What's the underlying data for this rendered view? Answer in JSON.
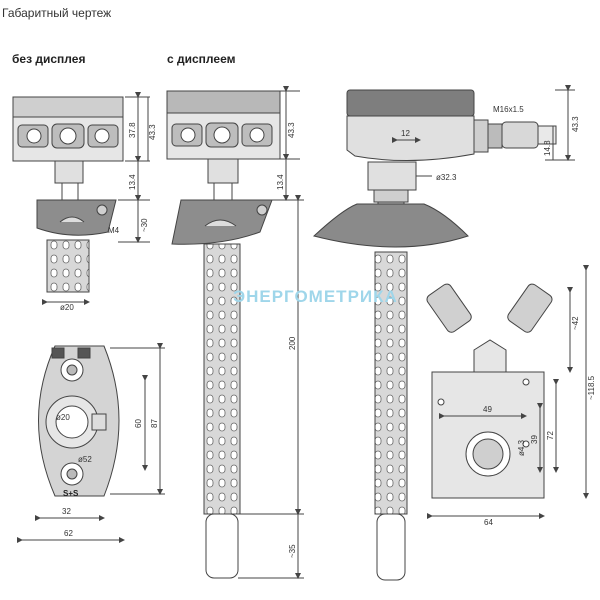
{
  "page_title": "Габаритный чертеж",
  "sections": {
    "no_display": "без дисплея",
    "with_display": "с дисплеем"
  },
  "watermark": "ЭНЕРГОМЕТРИКА",
  "dimensions": {
    "a_37_8": "37.8",
    "a_43_3": "43.3",
    "a_13_4": "13.4",
    "a_m4": "M4",
    "a_30": "~30",
    "a_d20": "ø20",
    "b_43_3": "43.3",
    "b_13_4": "13.4",
    "b_200": "200",
    "b_35": "~35",
    "c_m16": "M16x1.5",
    "c_43_3": "43.3",
    "c_14_8": "14.8",
    "c_12": "12",
    "c_d32_3": "ø32.3",
    "d_20": "ø20",
    "d_52": "ø52",
    "d_60": "60",
    "d_87": "87",
    "d_32": "32",
    "d_62": "62",
    "e_42": "~42",
    "e_118_5": "~118.5",
    "e_49": "49",
    "e_39": "39",
    "e_72": "72",
    "e_d4_3": "ø4.3",
    "e_64": "64"
  },
  "marking": "S+S",
  "colors": {
    "line": "#444444",
    "housing_dark": "#7a7a7a",
    "housing_mid": "#b9b9b9",
    "housing_light": "#e3e3e3",
    "watermark": "#9fd6ea"
  }
}
